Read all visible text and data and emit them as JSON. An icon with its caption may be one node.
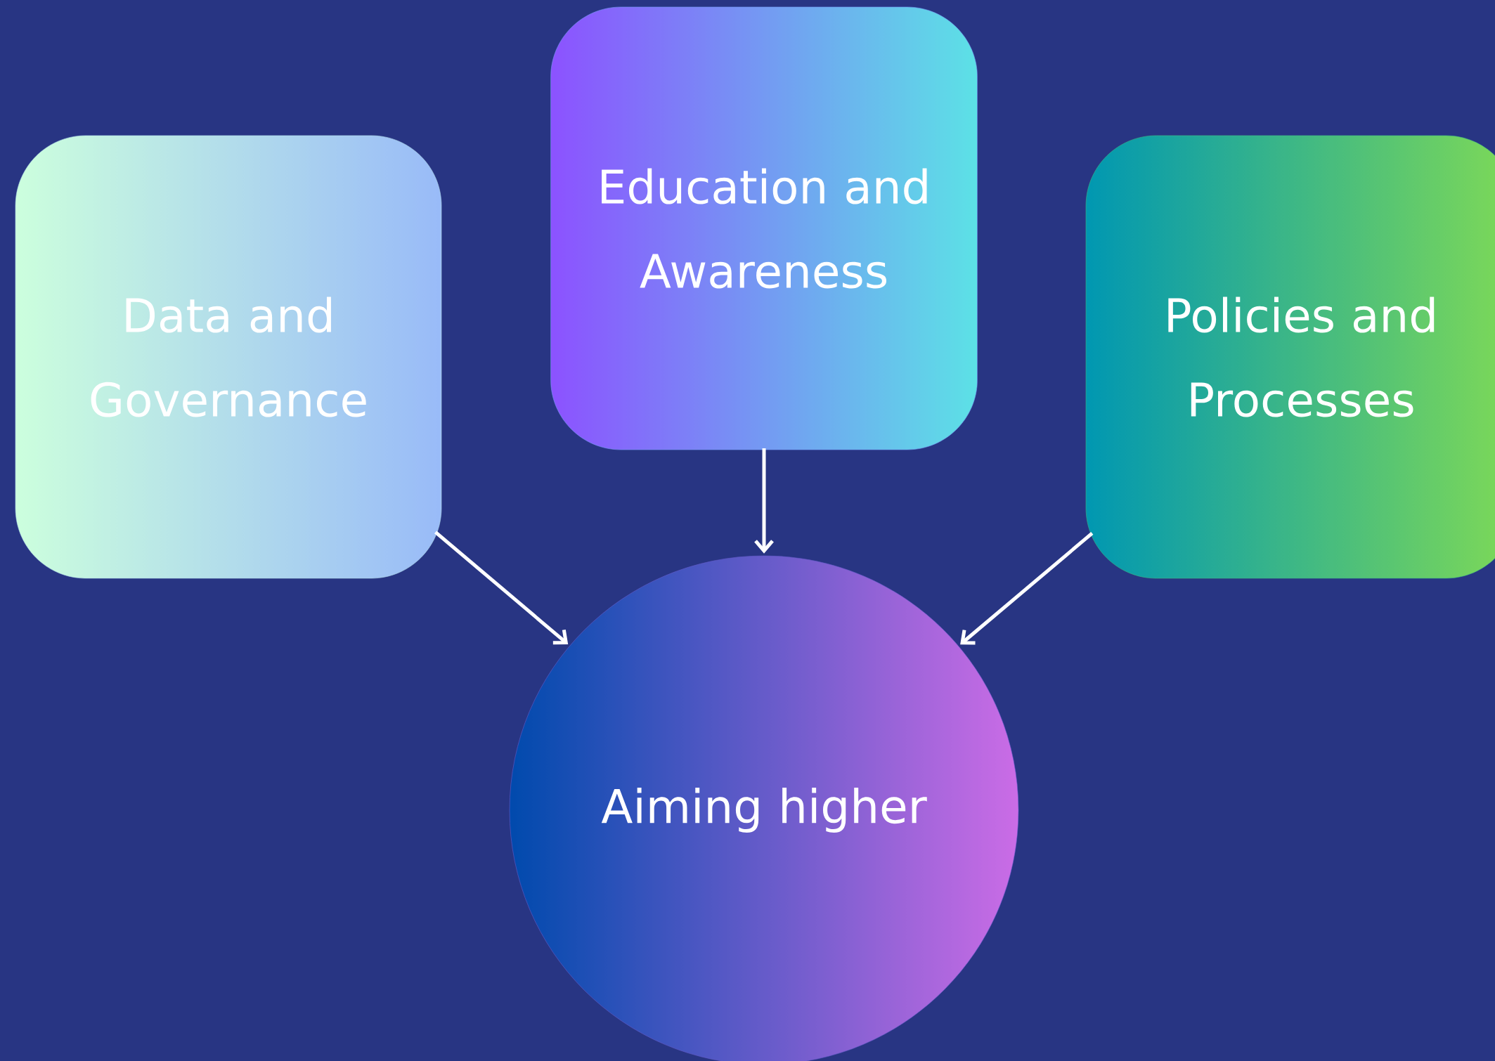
{
  "diagram": {
    "nodes": [
      {
        "text": [
          "Data and Governance"
        ]
      },
      {
        "text": [
          "Education and Awareness"
        ]
      },
      {
        "text": [
          "Policies and Processes"
        ]
      },
      {
        "text": [
          "Aiming higher"
        ]
      }
    ],
    "edges": [
      {
        "from": 0,
        "to": 3,
        "arrow": "to"
      },
      {
        "from": 1,
        "to": 3,
        "arrow": "to"
      },
      {
        "from": 2,
        "to": 3,
        "arrow": "to"
      }
    ]
  }
}
